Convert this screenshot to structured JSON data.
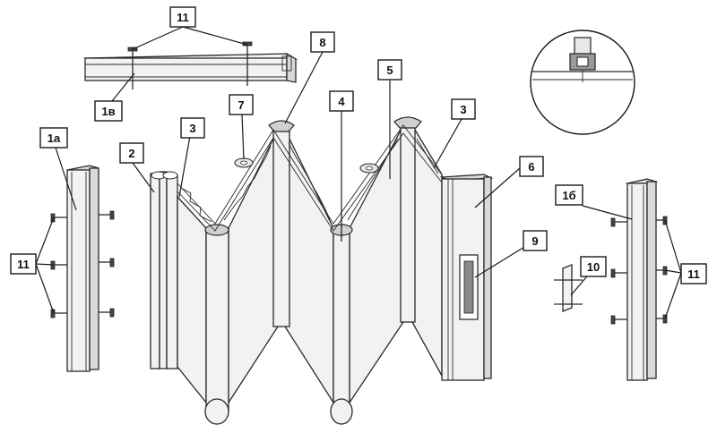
{
  "callouts": {
    "label_11_top": "11",
    "label_1v": "1в",
    "label_8": "8",
    "label_7": "7",
    "label_4": "4",
    "label_5": "5",
    "label_3_left": "3",
    "label_3_right": "3",
    "label_1a": "1а",
    "label_2": "2",
    "label_6": "6",
    "label_9": "9",
    "label_11_left": "11",
    "label_1b": "1б",
    "label_10": "10",
    "label_11_right": "11"
  }
}
